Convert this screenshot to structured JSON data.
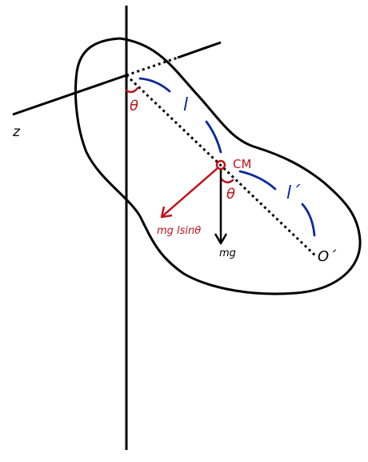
{
  "colors": {
    "ink": "#000000",
    "red": "#c0141c",
    "blue": "#0a2a9c"
  },
  "labels": {
    "theta_pivot": "θ",
    "l": "l",
    "cm": "CM",
    "theta_cm": "θ",
    "l_prime": "l´",
    "torque": "mg lsinθ",
    "weight": "mg",
    "o_prime": "O´",
    "z_axis": "z"
  }
}
